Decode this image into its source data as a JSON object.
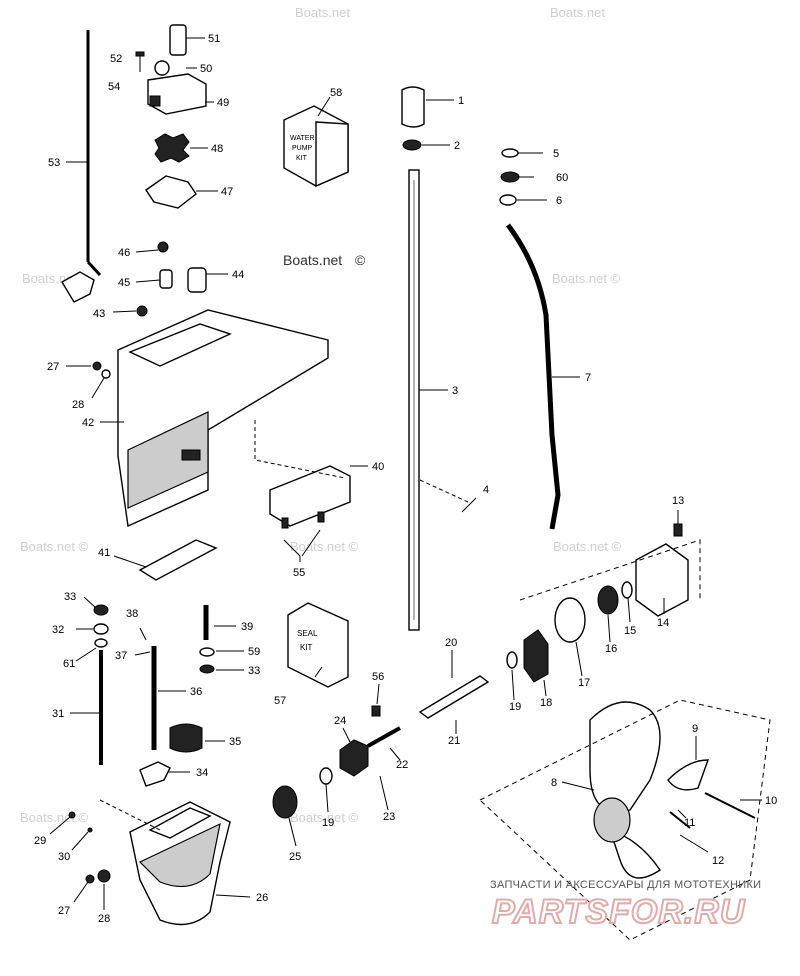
{
  "watermarks": [
    "Boats.net",
    "Boats.net",
    "Boats.net",
    "Boats.net ©",
    "Boats.net ©",
    "Boats.net ©",
    "Boats.net ©",
    "Boats.net ©",
    "Boats.net ©",
    "Boats.net"
  ],
  "footer": {
    "subtitle": "ЗАПЧАСТИ И АКСЕССУАРЫ ДЛЯ МОТОТЕХНИКИ",
    "brand": "PARTSFOR.RU"
  },
  "kit_boxes": {
    "water_pump_kit": [
      "WATER",
      "PUMP",
      "KIT"
    ],
    "seal_kit": [
      "SEAL",
      "KIT"
    ]
  },
  "callouts": [
    {
      "id": "c51",
      "text": "51"
    },
    {
      "id": "c52",
      "text": "52"
    },
    {
      "id": "c50",
      "text": "50"
    },
    {
      "id": "c54",
      "text": "54"
    },
    {
      "id": "c49",
      "text": "49"
    },
    {
      "id": "c48",
      "text": "48"
    },
    {
      "id": "c47",
      "text": "47"
    },
    {
      "id": "c53",
      "text": "53"
    },
    {
      "id": "c46",
      "text": "46"
    },
    {
      "id": "c45",
      "text": "45"
    },
    {
      "id": "c44",
      "text": "44"
    },
    {
      "id": "c43",
      "text": "43"
    },
    {
      "id": "c27a",
      "text": "27"
    },
    {
      "id": "c28a",
      "text": "28"
    },
    {
      "id": "c42",
      "text": "42"
    },
    {
      "id": "c58",
      "text": "58"
    },
    {
      "id": "c1",
      "text": "1"
    },
    {
      "id": "c2",
      "text": "2"
    },
    {
      "id": "c5",
      "text": "5"
    },
    {
      "id": "c60",
      "text": "60"
    },
    {
      "id": "c6",
      "text": "6"
    },
    {
      "id": "c3",
      "text": "3"
    },
    {
      "id": "c7",
      "text": "7"
    },
    {
      "id": "c4",
      "text": "4"
    },
    {
      "id": "c40",
      "text": "40"
    },
    {
      "id": "c55",
      "text": "55"
    },
    {
      "id": "c13",
      "text": "13"
    },
    {
      "id": "c41",
      "text": "41"
    },
    {
      "id": "c33a",
      "text": "33"
    },
    {
      "id": "c38",
      "text": "38"
    },
    {
      "id": "c32",
      "text": "32"
    },
    {
      "id": "c39",
      "text": "39"
    },
    {
      "id": "c37",
      "text": "37"
    },
    {
      "id": "c59",
      "text": "59"
    },
    {
      "id": "c61",
      "text": "61"
    },
    {
      "id": "c33b",
      "text": "33"
    },
    {
      "id": "c57",
      "text": "57"
    },
    {
      "id": "c36",
      "text": "36"
    },
    {
      "id": "c31",
      "text": "31"
    },
    {
      "id": "c35",
      "text": "35"
    },
    {
      "id": "c34",
      "text": "34"
    },
    {
      "id": "c20",
      "text": "20"
    },
    {
      "id": "c56",
      "text": "56"
    },
    {
      "id": "c24",
      "text": "24"
    },
    {
      "id": "c21",
      "text": "21"
    },
    {
      "id": "c22",
      "text": "22"
    },
    {
      "id": "c19a",
      "text": "19"
    },
    {
      "id": "c18",
      "text": "18"
    },
    {
      "id": "c17",
      "text": "17"
    },
    {
      "id": "c16",
      "text": "16"
    },
    {
      "id": "c15",
      "text": "15"
    },
    {
      "id": "c14",
      "text": "14"
    },
    {
      "id": "c9",
      "text": "9"
    },
    {
      "id": "c8",
      "text": "8"
    },
    {
      "id": "c10",
      "text": "10"
    },
    {
      "id": "c11",
      "text": "11"
    },
    {
      "id": "c12",
      "text": "12"
    },
    {
      "id": "c23",
      "text": "23"
    },
    {
      "id": "c19b",
      "text": "19"
    },
    {
      "id": "c25",
      "text": "25"
    },
    {
      "id": "c26",
      "text": "26"
    },
    {
      "id": "c29",
      "text": "29"
    },
    {
      "id": "c30",
      "text": "30"
    },
    {
      "id": "c27b",
      "text": "27"
    },
    {
      "id": "c28b",
      "text": "28"
    }
  ]
}
